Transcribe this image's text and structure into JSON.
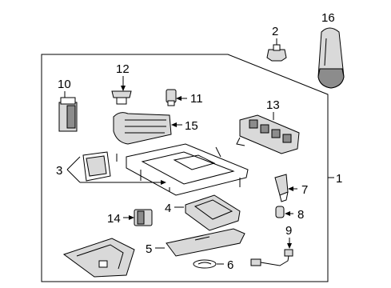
{
  "callouts": {
    "c1": "1",
    "c2": "2",
    "c3": "3",
    "c4": "4",
    "c5": "5",
    "c6": "6",
    "c7": "7",
    "c8": "8",
    "c9": "9",
    "c10": "10",
    "c11": "11",
    "c12": "12",
    "c13": "13",
    "c14": "14",
    "c15": "15",
    "c16": "16"
  },
  "colors": {
    "line": "#000000",
    "fill_light": "#d9d9d9",
    "fill_dark": "#8c8c8c",
    "background": "#ffffff"
  }
}
